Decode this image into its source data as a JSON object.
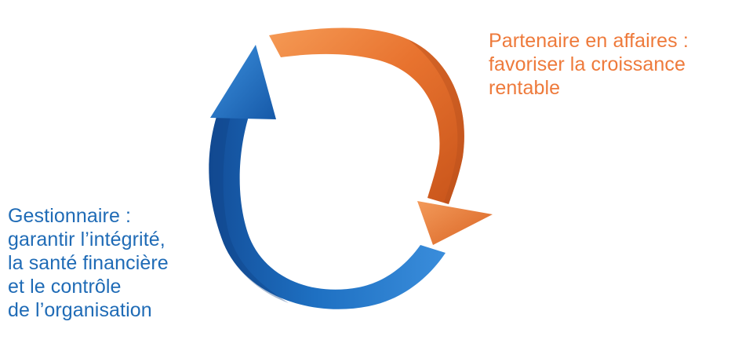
{
  "colors": {
    "orange_accent": "#EA7534",
    "blue_accent": "#1E6FC0",
    "orange_text": "#EE7A3B",
    "blue_text": "#1F6BB6"
  },
  "icons": {
    "orange_arrow": "curved-arrow-clockwise-icon",
    "blue_arrow": "curved-arrow-upward-icon"
  },
  "partner": {
    "lines": [
      "Partenaire en affaires :",
      "favoriser la croissance",
      "rentable"
    ]
  },
  "manager": {
    "lines": [
      "Gestionnaire :",
      "garantir l’intégrité,",
      "la santé financière",
      "et le contrôle",
      "de l’organisation"
    ]
  }
}
